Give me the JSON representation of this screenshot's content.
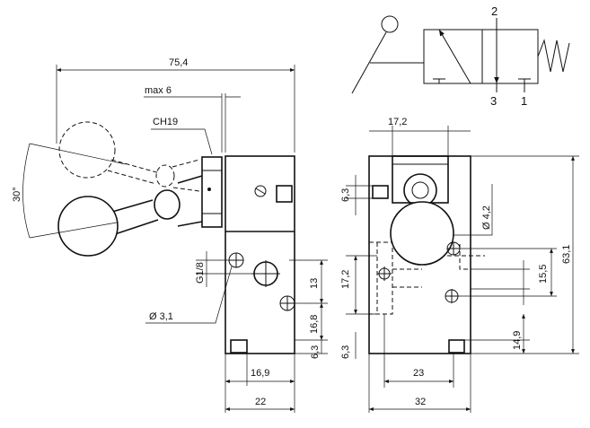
{
  "dimensions": {
    "overall_length": "75,4",
    "max_travel": "max 6",
    "hex_size": "CH19",
    "lever_angle": "30°",
    "port_thread": "G1/8",
    "port_diameter": "Ø 3,1",
    "width_side": "22",
    "port_spacing_side": "16,9",
    "height_13": "13",
    "height_16_8": "16,8",
    "height_6_3_side": "6,3",
    "hex_width_front": "17,2",
    "height_6_3_front_top": "6,3",
    "mount_hole_diameter": "Ø 4,2",
    "port_height_front": "17,2",
    "height_6_3_front_bottom": "6,3",
    "overall_height": "63,1",
    "height_15_5": "15,5",
    "height_14_9": "14,9",
    "mount_spacing_front": "23",
    "width_front": "32"
  },
  "symbol": {
    "port_outlet": "2",
    "port_inlet": "1",
    "port_exhaust": "3"
  }
}
